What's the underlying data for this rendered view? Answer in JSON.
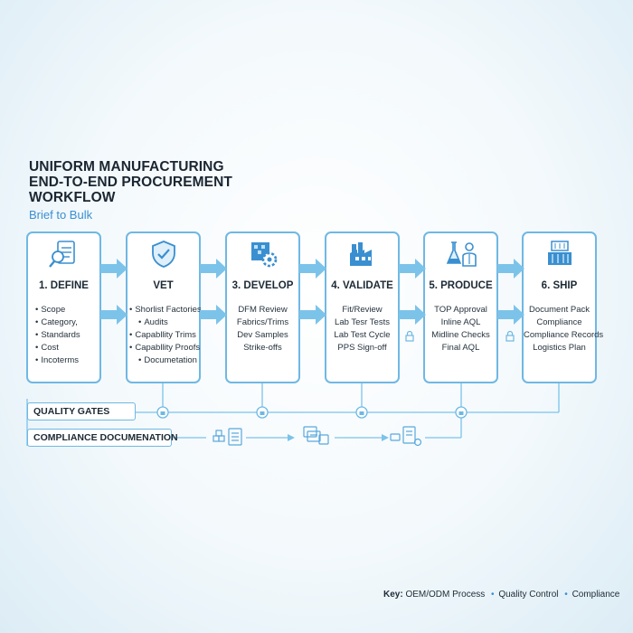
{
  "title_lines": [
    "UNIFORM MANUFACTURING",
    "END-TO-END PROCUREMENT",
    "WORKFLOW"
  ],
  "subtitle": "Brief to Bulk",
  "stages": [
    {
      "title": "1. DEFINE",
      "icon": "checklist-magnifier-icon",
      "items": [
        "Scope",
        "Category,",
        "Standards",
        "Cost",
        "Incoterms"
      ]
    },
    {
      "title": "VET",
      "icon": "shield-check-icon",
      "items": [
        "Shorlist Factories",
        "Audits",
        "Capabllity Trims",
        "Capabllity Proofs",
        "Documetation"
      ]
    },
    {
      "title": "3. DEVELOP",
      "icon": "fabric-gear-icon",
      "items": [
        "DFM Review",
        "Fabrics/Trims",
        "Dev Samples",
        "Strike-offs"
      ]
    },
    {
      "title": "4. VALIDATE",
      "icon": "factory-icon",
      "items": [
        "Fit/Review",
        "Lab Tesr Tests",
        "Lab Test Cycle",
        "PPS Sign-off"
      ]
    },
    {
      "title": "5. PRODUCE",
      "icon": "lab-worker-icon",
      "items": [
        "TOP Approval",
        "Inline AQL",
        "Midline Checks",
        "Final AQL"
      ]
    },
    {
      "title": "6. SHIP",
      "icon": "shipping-container-icon",
      "items": [
        "Document Pack",
        "Compliance",
        "Compliance Records",
        "Logistics Plan"
      ]
    }
  ],
  "lanes": {
    "quality_gates": "QUALITY GATES",
    "compliance": "COMPLIANCE DOCUMENATION"
  },
  "key": {
    "title": "Key:",
    "items": [
      "OEM/ODM Process",
      "Quality Control",
      "Compliance"
    ]
  },
  "colors": {
    "accent": "#6fb8e4",
    "arrow": "#7cc3ea",
    "subtitle": "#3a8fd0",
    "text": "#1d2a35"
  }
}
